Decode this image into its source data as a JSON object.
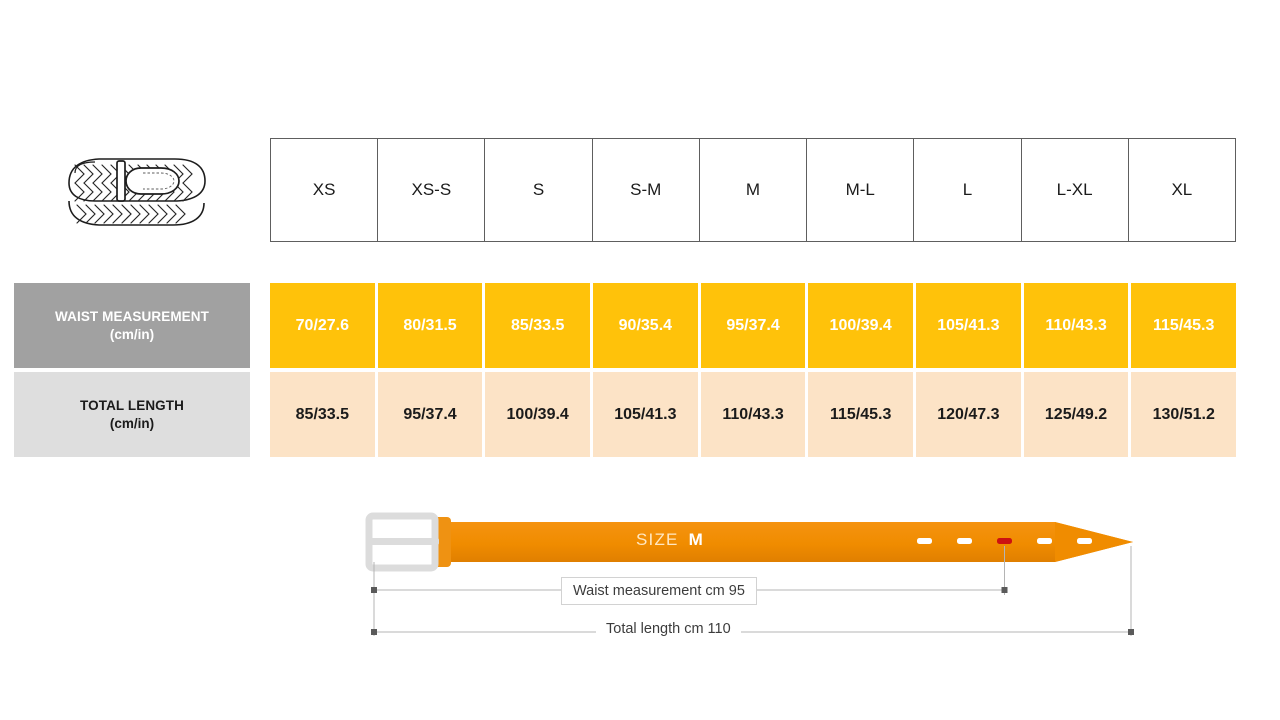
{
  "product": {
    "icon": "braided-belt-icon"
  },
  "table": {
    "sizes": [
      "XS",
      "XS-S",
      "S",
      "S-M",
      "M",
      "M-L",
      "L",
      "L-XL",
      "XL"
    ],
    "rows": [
      {
        "label_main": "WAIST MEASUREMENT",
        "label_unit": "(cm/in)",
        "values": [
          "70/27.6",
          "80/31.5",
          "85/33.5",
          "90/35.4",
          "95/37.4",
          "100/39.4",
          "105/41.3",
          "110/43.3",
          "115/45.3"
        ]
      },
      {
        "label_main": "TOTAL LENGTH",
        "label_unit": "(cm/in)",
        "values": [
          "85/33.5",
          "95/37.4",
          "100/39.4",
          "105/41.3",
          "110/43.3",
          "115/45.3",
          "120/47.3",
          "125/49.2",
          "130/51.2"
        ]
      }
    ]
  },
  "diagram": {
    "size_prefix": "SIZE",
    "size_value": "M",
    "waist_label": "Waist measurement cm 95",
    "length_label": "Total length cm 110",
    "holes_total": 5,
    "active_hole_index": 2,
    "colors": {
      "belt_orange": "#f08c00",
      "belt_shadow": "#d97d00",
      "buckle_gray": "#dcdcdc",
      "active_hole_red": "#cc1111",
      "dim_line": "#b4b4b4"
    }
  },
  "colors": {
    "header_border": "#5e5e5e",
    "waist_cell": "#ffc20a",
    "waist_label_bg": "#a1a1a1",
    "length_cell": "#fce3c6",
    "length_label_bg": "#dedede",
    "text_dark": "#1b1b1b",
    "text_light": "#ffffff"
  }
}
